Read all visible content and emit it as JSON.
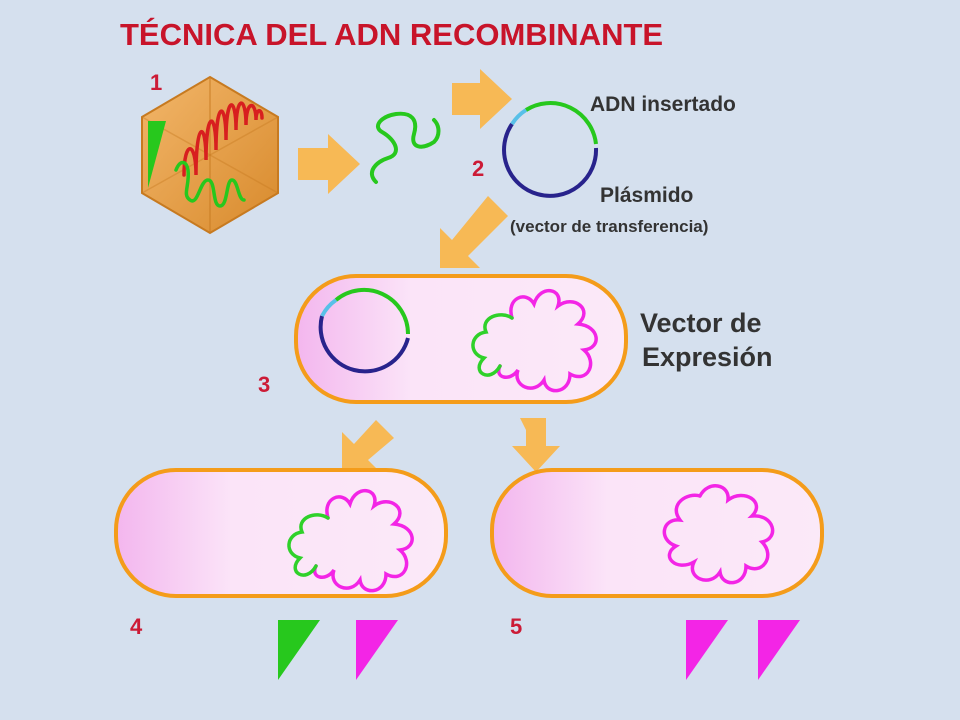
{
  "title": "TÉCNICA DEL ADN RECOMBINANTE",
  "steps": {
    "s1": "1",
    "s2": "2",
    "s3": "3",
    "s4": "4",
    "s5": "5"
  },
  "labels": {
    "inserted_dna": "ADN insertado",
    "plasmid": "Plásmido",
    "plasmid_sub": "(vector de transferencia)",
    "expression_vector_line1": "Vector de",
    "expression_vector_line2": "Expresión"
  },
  "colors": {
    "background": "#d5e0ee",
    "title_red": "#c8142a",
    "step_red": "#cc1b36",
    "label_dark": "#333333",
    "arrow_orange": "#f7b955",
    "cell_border": "#f49c1a",
    "cell_fill": "#f6c8f0",
    "virus_fill": "#e59a3c",
    "virus_dna_red": "#d81f1f",
    "dna_green": "#27c81d",
    "dna_magenta": "#ee27cf",
    "plasmid_navy": "#28238c",
    "plasmid_cyan": "#58c0e8",
    "protein_green": "#2fd12a",
    "protein_magenta": "#f325e6"
  }
}
